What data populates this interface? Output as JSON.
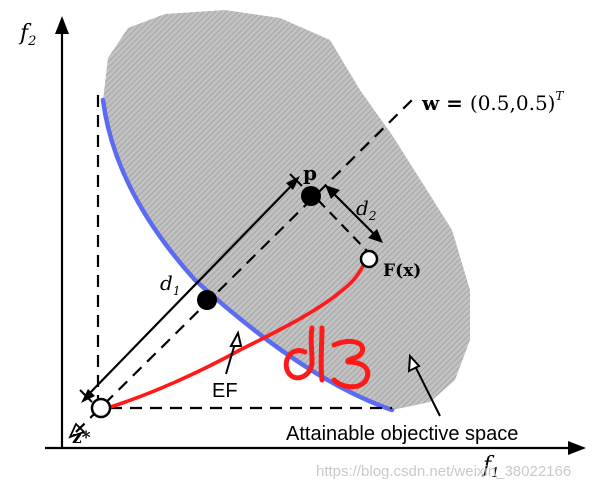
{
  "axes": {
    "x_label_base": "f",
    "x_label_sub": "1",
    "y_label_base": "f",
    "y_label_sub": "2"
  },
  "weight_vector": {
    "label_prefix": "w = ",
    "label_value": "(0.5,0.5)",
    "label_sup": "T"
  },
  "points": {
    "p_label": "p",
    "fx_label": "F(x)",
    "z_label": "z*"
  },
  "distances": {
    "d1_base": "d",
    "d1_sub": "1",
    "d2_base": "d",
    "d2_sub": "2",
    "d3_handwritten": "d3"
  },
  "annotations": {
    "ef_label": "EF",
    "space_label": "Attainable objective space"
  },
  "watermark": "https://blog.csdn.net/weixin_38022166",
  "colors": {
    "region_fill": "#bdbdbd",
    "region_stripe": "#9a9a9a",
    "front_curve": "#5b6cf0",
    "handwriting": "#ff1a1a"
  }
}
